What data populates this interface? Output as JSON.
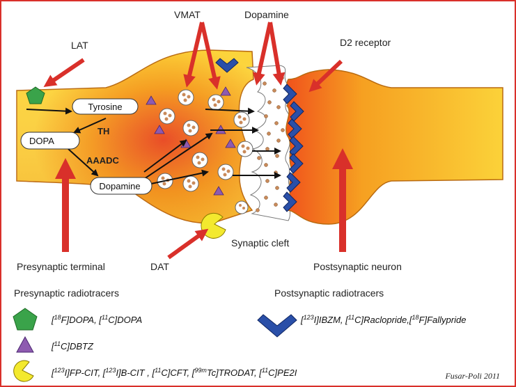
{
  "labels": {
    "vmat": "VMAT",
    "dopamine_top": "Dopamine",
    "d2_receptor": "D2 receptor",
    "lat": "LAT",
    "tyrosine": "Tyrosine",
    "th": "TH",
    "dopa": "DOPA",
    "aaadc": "AAADC",
    "dopamine_pill": "Dopamine",
    "presynaptic_terminal": "Presynaptic terminal",
    "dat": "DAT",
    "synaptic_cleft": "Synaptic cleft",
    "postsynaptic_neuron": "Postsynaptic neuron"
  },
  "legend": {
    "presynaptic_title": "Presynaptic radiotracers",
    "postsynaptic_title": "Postsynaptic radiotracers",
    "pentagon": {
      "icon": "green-pentagon-icon",
      "color": "#3aa34a"
    },
    "triangle": {
      "icon": "purple-triangle-icon",
      "color": "#8e5bb0"
    },
    "pacman": {
      "icon": "yellow-pacman-icon",
      "color": "#f3e92e"
    },
    "chevron": {
      "icon": "blue-chevron-icon",
      "color": "#2a4fa8"
    },
    "items": {
      "dopa": {
        "p1": "[",
        "s1": "18",
        "p2": "F]DOPA, [",
        "s2": "11",
        "p3": "C]DOPA"
      },
      "dbtz": {
        "p1": "[",
        "s1": "11",
        "p2": "C]DBTZ"
      },
      "dat": {
        "p1": "[",
        "s1": "123",
        "p2": "I]FP-CIT, [",
        "s2": "123",
        "p3": "I]B-CIT , [",
        "s3": "11",
        "p4": "C]CFT, [",
        "s4": "99m",
        "p5": "Tc]TRODAT, [",
        "s5": "11",
        "p6": "C]PE2I"
      },
      "post": {
        "p1": "[",
        "s1": "123",
        "p2": "I]IBZM, [",
        "s2": "11",
        "p3": "C]Raclopride,[",
        "s3": "18",
        "p4": "F]Fallypride"
      }
    }
  },
  "credit": "Fusar-Poli 2011",
  "colors": {
    "arrow": "#d9302a",
    "frame": "#d9302a",
    "neuron_orange": "#f3a31c",
    "neuron_yellow": "#fbd23a"
  }
}
